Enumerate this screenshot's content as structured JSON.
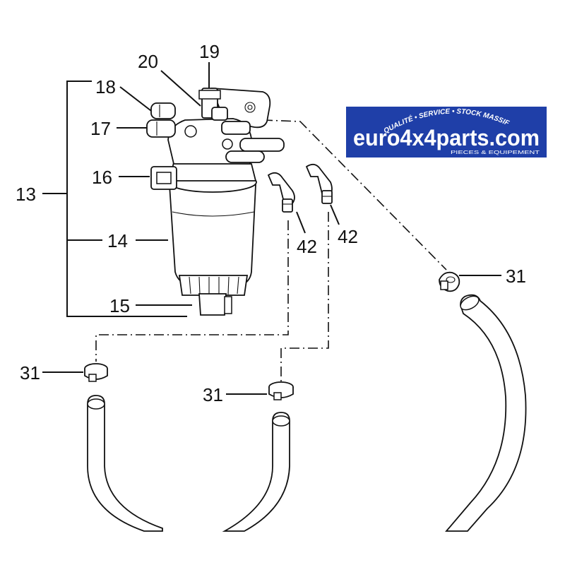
{
  "callouts": {
    "c13": "13",
    "c14": "14",
    "c15": "15",
    "c16": "16",
    "c17": "17",
    "c18": "18",
    "c19": "19",
    "c20": "20",
    "c31a": "31",
    "c31b": "31",
    "c31c": "31",
    "c42a": "42",
    "c42b": "42"
  },
  "logo": {
    "main_text": "euro4x4parts.com",
    "tagline_top": "QUALITÉ • SERVICE • STOCK MASSIF",
    "tagline_bottom": "PIECES & EQUIPEMENT",
    "bg_color": "#1f3fa8",
    "text_color": "#ffffff",
    "accent_color": "#d8232a"
  }
}
